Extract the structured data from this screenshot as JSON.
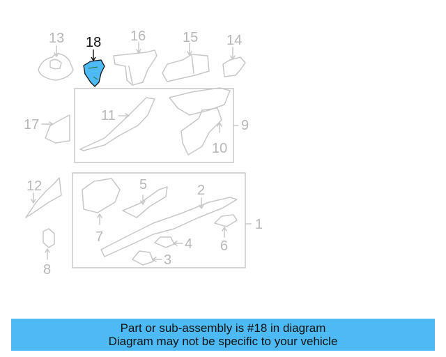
{
  "diagram": {
    "highlighted_part": "18",
    "highlight_color": "#4dbaf5",
    "part_color": "#c8c8c8",
    "callouts": [
      {
        "id": "1",
        "label": "1"
      },
      {
        "id": "2",
        "label": "2"
      },
      {
        "id": "3",
        "label": "3"
      },
      {
        "id": "4",
        "label": "4"
      },
      {
        "id": "5",
        "label": "5"
      },
      {
        "id": "6",
        "label": "6"
      },
      {
        "id": "7",
        "label": "7"
      },
      {
        "id": "8",
        "label": "8"
      },
      {
        "id": "9",
        "label": "9"
      },
      {
        "id": "10",
        "label": "10"
      },
      {
        "id": "11",
        "label": "11"
      },
      {
        "id": "12",
        "label": "12"
      },
      {
        "id": "13",
        "label": "13"
      },
      {
        "id": "14",
        "label": "14"
      },
      {
        "id": "15",
        "label": "15"
      },
      {
        "id": "16",
        "label": "16"
      },
      {
        "id": "17",
        "label": "17"
      },
      {
        "id": "18",
        "label": "18"
      }
    ]
  },
  "banner": {
    "line1": "Part or sub-assembly is #18 in diagram",
    "line2": "Diagram may not be specific to your vehicle",
    "background": "#4dbaf5"
  }
}
